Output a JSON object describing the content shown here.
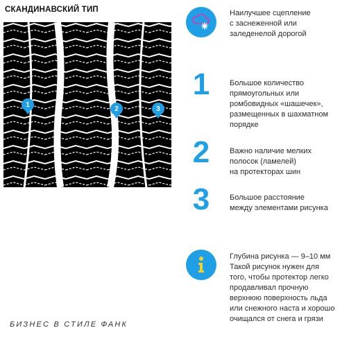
{
  "header": {
    "title": "СКАНДИНАВСКИЙ ТИП"
  },
  "markers": [
    "1",
    "2",
    "3"
  ],
  "features": [
    {
      "icon": "snowflake-cloud-icon",
      "text": "Наилучшее сцепление\nс заснеженной или\nзаледенелой дорогой"
    },
    {
      "number": "1",
      "text": "Большое количество\nпрямоугольных или\nромбовидных «шашечек»,\nразмещенных в шахматном\nпорядке"
    },
    {
      "number": "2",
      "text": "Важно наличие мелких\nполосок (ламелей)\nна протекторах шин"
    },
    {
      "number": "3",
      "text": "Большое расстояние\nмежду элементами рисунка"
    },
    {
      "icon": "info-icon",
      "text": "Глубина рисунка — 9–10 мм\nТакой рисунок нужен для\nтого, чтобы протектор легко\nпродавливал прочную\nверхнюю поверхность льда\nили снежного наста и хорошо\nочищался от снега и грязи"
    }
  ],
  "footer": {
    "brand": "БИЗНЕС В СТИЛЕ ФАНК"
  },
  "colors": {
    "accent": "#1fa0e6",
    "tread": "#000000"
  }
}
